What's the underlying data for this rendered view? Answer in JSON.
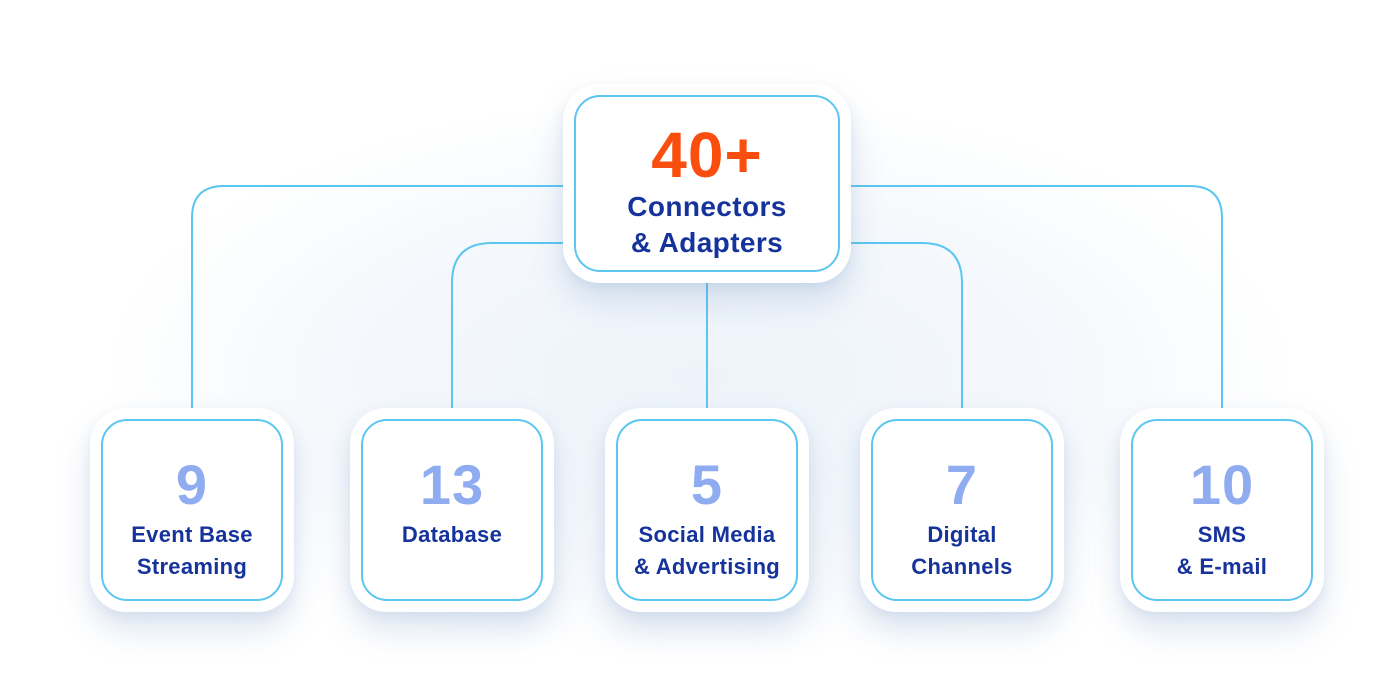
{
  "diagram": {
    "root": {
      "value": "40+",
      "label_lines": [
        "Connectors",
        "& Adapters"
      ]
    },
    "children": [
      {
        "value": "9",
        "label_lines": [
          "Event Base",
          "Streaming"
        ]
      },
      {
        "value": "13",
        "label_lines": [
          "Database"
        ]
      },
      {
        "value": "5",
        "label_lines": [
          "Social Media",
          "& Advertising"
        ]
      },
      {
        "value": "7",
        "label_lines": [
          "Digital",
          "Channels"
        ]
      },
      {
        "value": "10",
        "label_lines": [
          "SMS",
          "& E-mail"
        ]
      }
    ],
    "icons": [
      "rounded-elbow-connector-lines"
    ]
  },
  "colors": {
    "orange": "#FA4E0E",
    "navy": "#15339B",
    "periwinkle": "#8FACF1",
    "line": "#5BC6F0",
    "card_border": "#5BC6F0",
    "bg_tint": "#EDF3FA"
  }
}
